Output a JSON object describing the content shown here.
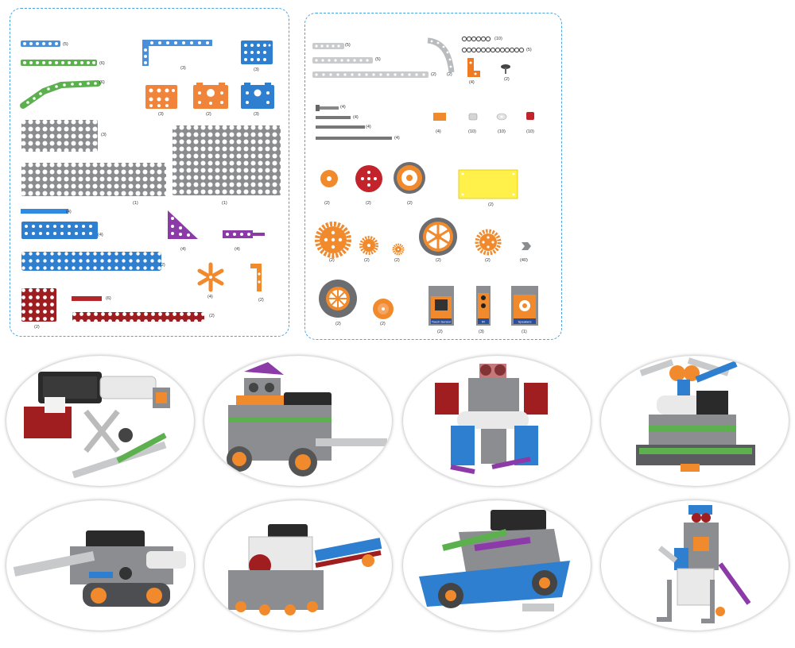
{
  "left_panel": {
    "parts": [
      {
        "name": "blue-short-strip",
        "color": "#4a8fd8",
        "qty": "(5)"
      },
      {
        "name": "green-strip",
        "color": "#5db04e",
        "qty": "(6)"
      },
      {
        "name": "green-bent-strip",
        "color": "#5db04e",
        "qty": "(6)"
      },
      {
        "name": "blue-l-beam",
        "color": "#4a8fd8",
        "qty": "(3)"
      },
      {
        "name": "blue-square-plate",
        "color": "#2f7fd0",
        "qty": "(3)"
      },
      {
        "name": "orange-plate",
        "color": "#f0843a",
        "qty": "(3)"
      },
      {
        "name": "orange-block",
        "color": "#f0843a",
        "qty": "(2)"
      },
      {
        "name": "blue-block",
        "color": "#2f7fd0",
        "qty": "(3)"
      },
      {
        "name": "gray-grid-plate-small",
        "color": "#8a8d90",
        "qty": "(3)"
      },
      {
        "name": "gray-grid-plate-large",
        "color": "#8a8d90",
        "qty": "(1)"
      },
      {
        "name": "gray-grid-plate-long",
        "color": "#8a8d90",
        "qty": "(1)"
      },
      {
        "name": "blue-flat-bar",
        "color": "#2f8ae0",
        "qty": "(4)"
      },
      {
        "name": "blue-beam",
        "color": "#2f7fd0",
        "qty": "(4)"
      },
      {
        "name": "blue-long-beam",
        "color": "#2f7fd0",
        "qty": "(2)"
      },
      {
        "name": "purple-triangle",
        "color": "#8c3aa8",
        "qty": "(4)"
      },
      {
        "name": "purple-connector",
        "color": "#8c3aa8",
        "qty": "(4)"
      },
      {
        "name": "orange-star-hub",
        "color": "#f08a2c",
        "qty": "(4)"
      },
      {
        "name": "orange-angle-bracket",
        "color": "#f08a2c",
        "qty": "(2)"
      },
      {
        "name": "red-square-plate",
        "color": "#9e1d20",
        "qty": "(2)"
      },
      {
        "name": "red-flat-bar",
        "color": "#b3262a",
        "qty": "(6)"
      },
      {
        "name": "red-long-beam",
        "color": "#9e1d20",
        "qty": "(2)"
      }
    ]
  },
  "right_panel": {
    "parts": [
      {
        "name": "gray-beam-short",
        "qty": "(5)"
      },
      {
        "name": "gray-beam-mid",
        "qty": "(5)"
      },
      {
        "name": "gray-beam-long",
        "qty": "(2)"
      },
      {
        "name": "gray-curved-beam",
        "qty": "(2)"
      },
      {
        "name": "orange-angle",
        "qty": "(4)"
      },
      {
        "name": "chain-link-10",
        "qty": "(10)"
      },
      {
        "name": "chain-link-5",
        "qty": "(5)"
      },
      {
        "name": "black-knob",
        "qty": "(2)"
      },
      {
        "name": "screw",
        "qty": "(4)"
      },
      {
        "name": "axle-1",
        "qty": "(4)"
      },
      {
        "name": "axle-2",
        "qty": "(4)"
      },
      {
        "name": "axle-3",
        "qty": "(4)"
      },
      {
        "name": "orange-spacer",
        "qty": "(4)"
      },
      {
        "name": "gray-bushing",
        "qty": "(10)"
      },
      {
        "name": "white-washer",
        "qty": "(10)"
      },
      {
        "name": "red-bushing",
        "qty": "(10)"
      },
      {
        "name": "orange-pulley",
        "qty": "(2)"
      },
      {
        "name": "red-pulley",
        "qty": "(2)"
      },
      {
        "name": "orange-wheel-hub",
        "qty": "(2)"
      },
      {
        "name": "yellow-panel",
        "qty": "(2)"
      },
      {
        "name": "orange-gear-large",
        "qty": "(2)"
      },
      {
        "name": "orange-gear-medium",
        "qty": "(2)"
      },
      {
        "name": "orange-gear-small",
        "qty": "(2)"
      },
      {
        "name": "spoked-wheel",
        "qty": "(2)"
      },
      {
        "name": "orange-gear-medium-2",
        "qty": "(2)"
      },
      {
        "name": "gray-clip",
        "qty": "(40)"
      },
      {
        "name": "tire-wheel",
        "qty": "(2)"
      },
      {
        "name": "orange-disc",
        "qty": "(2)"
      },
      {
        "name": "touch-sensor-module",
        "qty": "(2)",
        "label": "Touch Sensor"
      },
      {
        "name": "ir-sensor-module",
        "qty": "(3)",
        "label": "IR"
      },
      {
        "name": "speaker-module",
        "qty": "(1)",
        "label": "Speakers"
      }
    ]
  },
  "models": [
    {
      "name": "model-tank-arm"
    },
    {
      "name": "model-robot-car"
    },
    {
      "name": "model-walking-robot"
    },
    {
      "name": "model-crawler-lift"
    },
    {
      "name": "model-tracked-cannon"
    },
    {
      "name": "model-train"
    },
    {
      "name": "model-race-car"
    },
    {
      "name": "model-forklift-robot"
    }
  ]
}
